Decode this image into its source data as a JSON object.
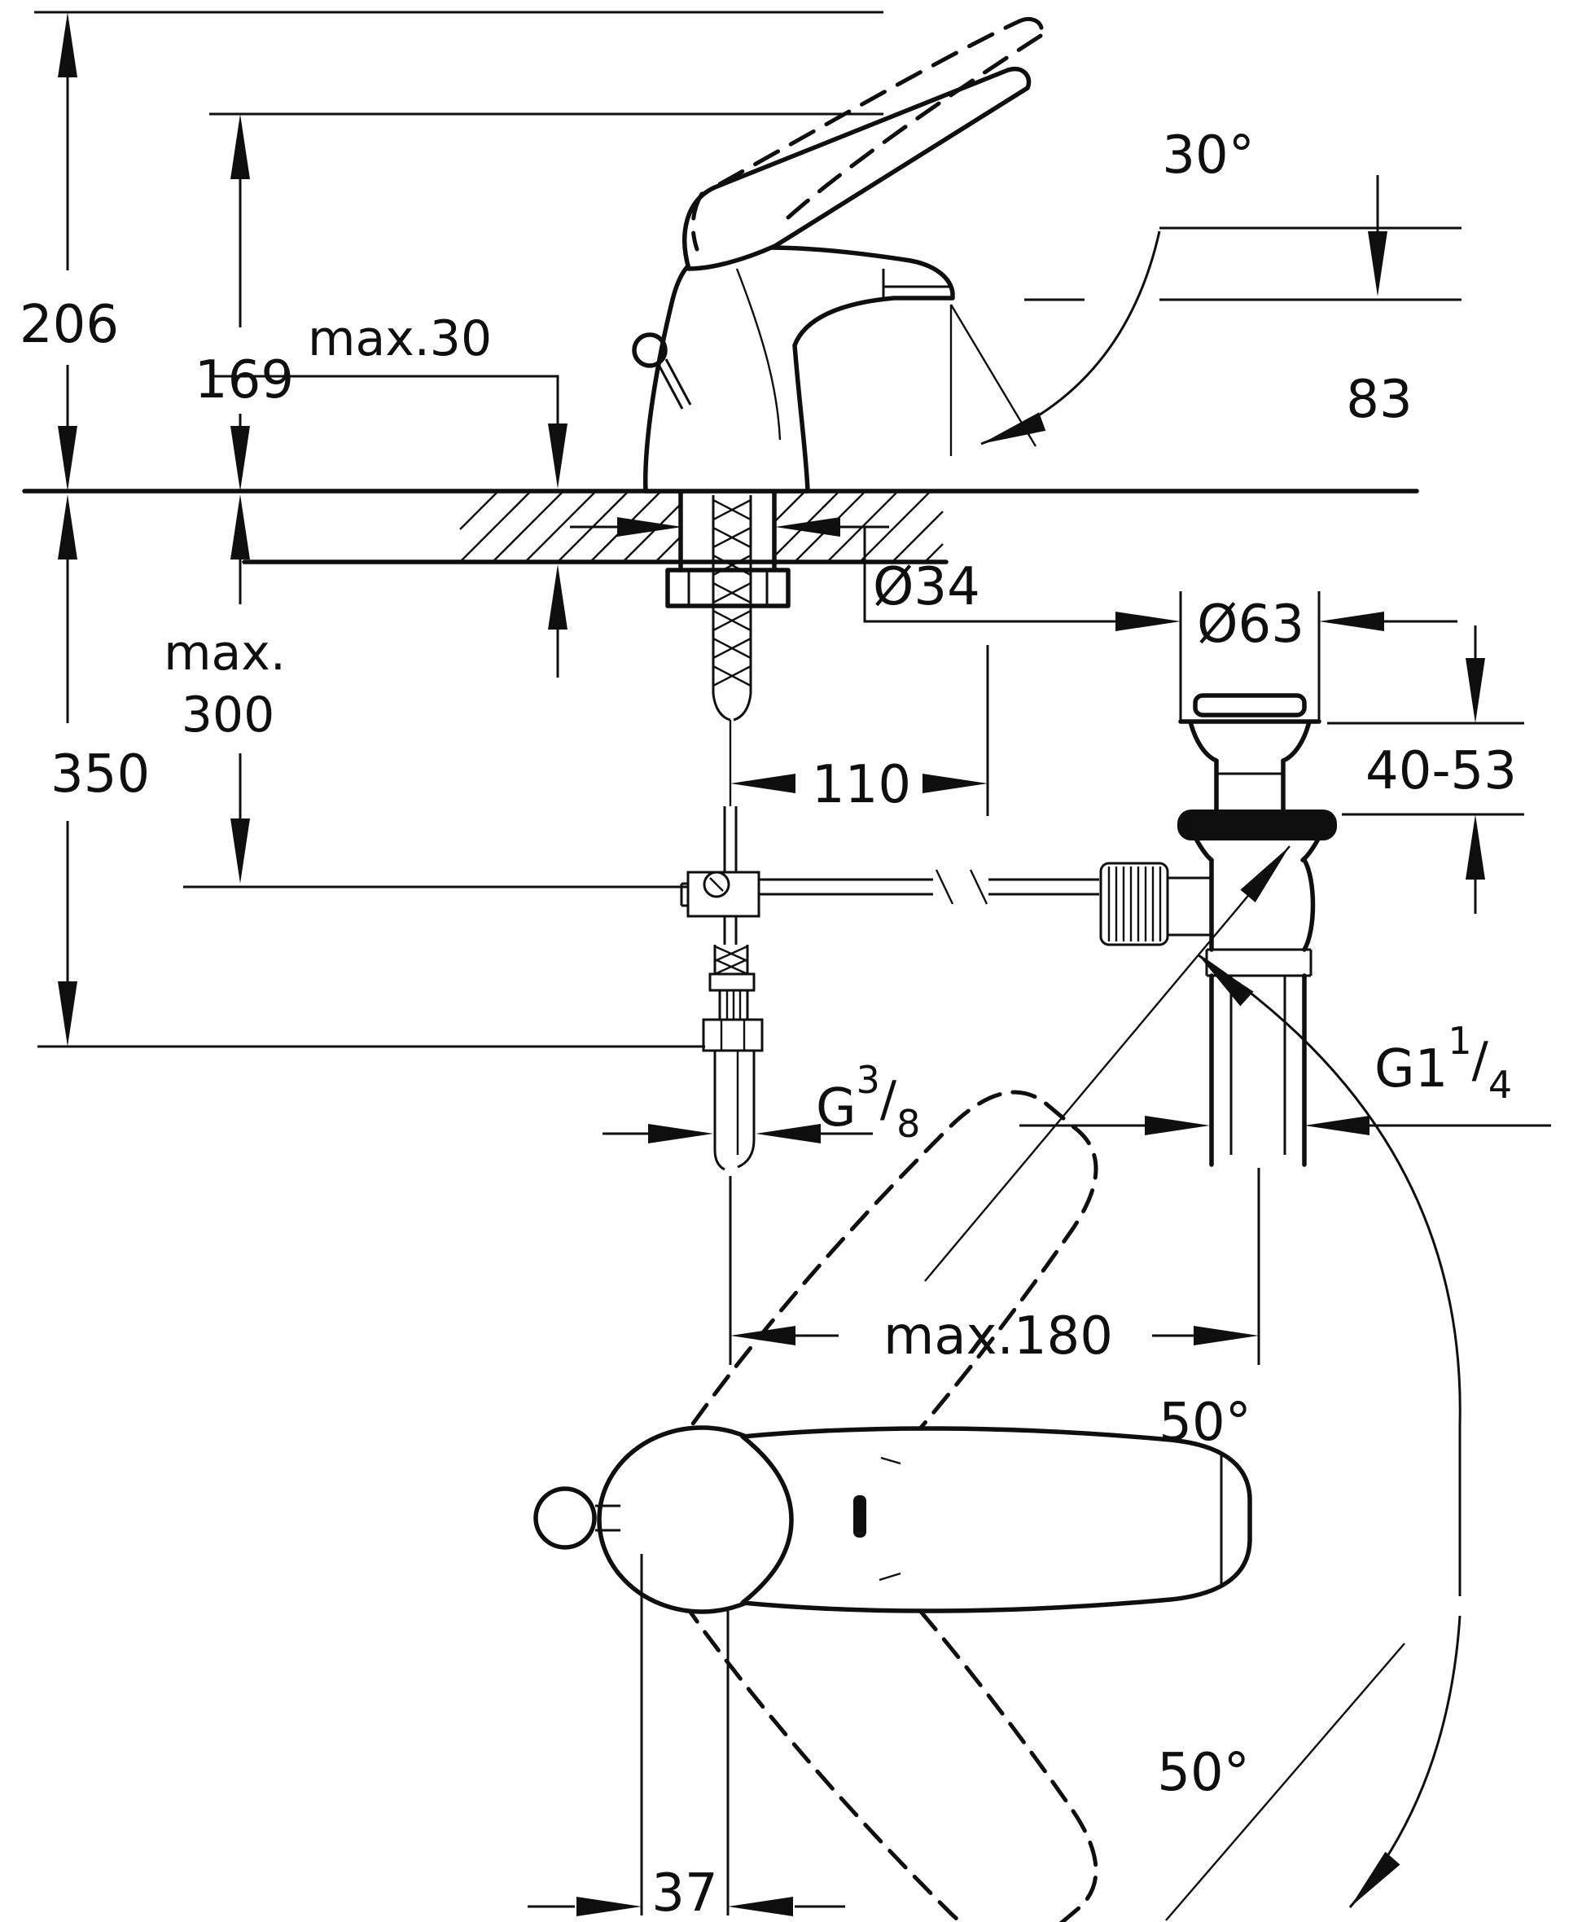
{
  "drawing": {
    "type": "technical-installation-diagram",
    "subject": "single-lever basin mixer with pop-up waste, dimensioned side view and top view",
    "units": "mm",
    "colors": {
      "line": "#0f0f0f",
      "background": "#ffffff"
    },
    "labels": {
      "height_total": "206",
      "height_body": "169",
      "deck_thickness": "max.30",
      "spout_angle": "30°",
      "spout_outlet_height": "83",
      "hole_diameter": "Ø34",
      "hose_max_line1": "max.",
      "hose_max_line2": "300",
      "supply_length": "350",
      "rod_distance": "110",
      "waste_plug_diameter": "Ø63",
      "waste_height_range": "40-53",
      "waste_thread": {
        "base": "G1",
        "sup": "1",
        "slash": "/",
        "sub": "4"
      },
      "supply_thread": {
        "base": "G",
        "sup": "3",
        "slash": "/",
        "sub": "8"
      },
      "center_distance": "max.180",
      "handle_swing_upper": "50°",
      "handle_swing_lower": "50°",
      "handle_width": "37"
    }
  }
}
